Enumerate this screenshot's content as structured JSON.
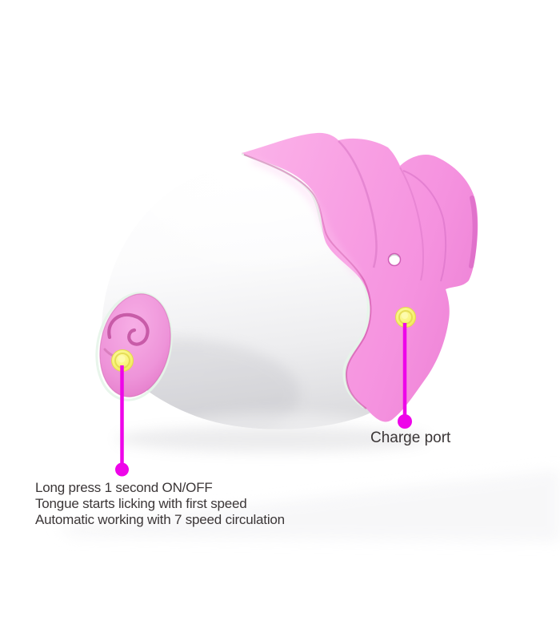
{
  "page": {
    "type": "product-feature-callout-diagram",
    "background_color": "#ffffff"
  },
  "device": {
    "description": "egg-shaped white device with pink wavy shell, suction cup and tongue tip",
    "colors": {
      "body_white": "#f4f4f6",
      "body_shadow": "#dcdcdf",
      "shell_pink": "#f89fe3",
      "shell_pink_deep": "#ef86d8",
      "crease_pink": "#c43d96",
      "mint_rim": "#e6f4e9",
      "disc_pink": "#ea84d2",
      "tongue_curl": "#bf4f9e",
      "button_yellow": "#f4ef63",
      "hole_white": "#ffffff"
    }
  },
  "annotations": {
    "line_color": "#ee05e9",
    "text_color": "#3b3637",
    "charge_port": {
      "label": "Charge port"
    },
    "power_button": {
      "line1": "Long press 1 second ON/OFF",
      "line2": "Tongue starts licking with first speed",
      "line3": "Automatic working with 7 speed circulation"
    }
  }
}
